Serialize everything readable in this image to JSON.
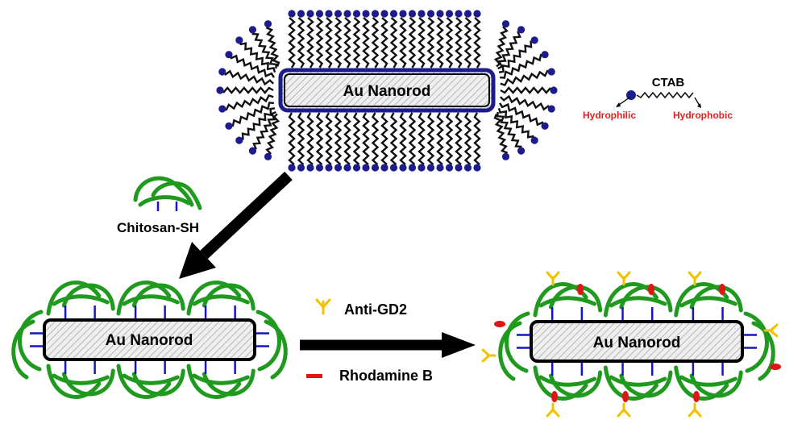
{
  "colors": {
    "headgroup": "#1c1c8c",
    "tail": "#111111",
    "chitosan": "#1f9a1f",
    "linker": "#1515c8",
    "antibody": "#f2c200",
    "dye": "#e01515",
    "annotation": "#e02020",
    "arrow": "#000000"
  },
  "rods": {
    "top": {
      "label": "Au Nanorod"
    },
    "left": {
      "label": "Au Nanorod"
    },
    "right": {
      "label": "Au Nanorod"
    }
  },
  "ctab_legend": {
    "title": "CTAB",
    "hydrophilic": "Hydrophilic",
    "hydrophobic": "Hydrophobic"
  },
  "chitosan_legend": {
    "label": "Chitosan-SH"
  },
  "reagents": {
    "antibody": {
      "label": "Anti-GD2",
      "icon": "antibody-y-icon"
    },
    "dye": {
      "label": "Rhodamine B",
      "icon": "dye-bar-icon"
    }
  }
}
